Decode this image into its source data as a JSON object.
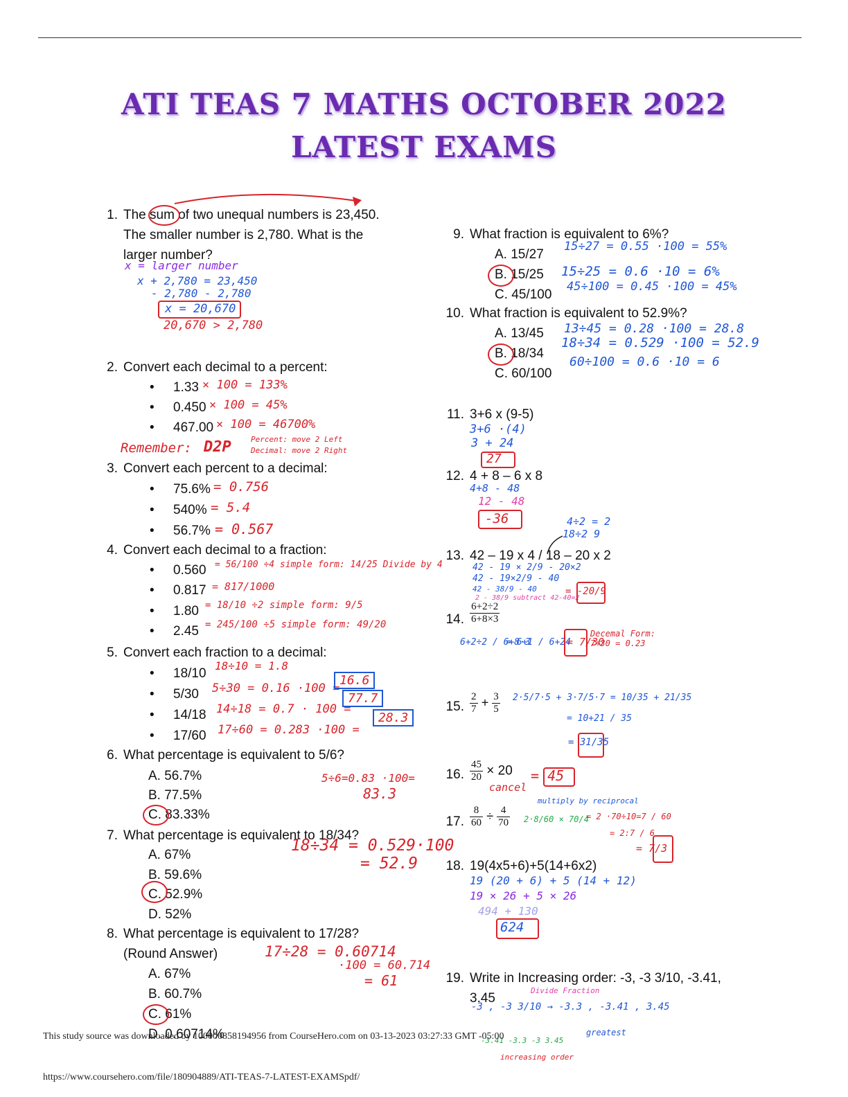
{
  "title": {
    "line1": "ATI TEAS 7 MATHS OCTOBER 2022",
    "line2": "LATEST EXAMS"
  },
  "q1": {
    "num": "1.",
    "l1": "The sum of two unequal numbers is 23,450.",
    "l2": "The smaller number is 2,780. What is the",
    "l3": "larger number?",
    "hw": [
      "x = larger number",
      "x + 2,780 = 23,450",
      "- 2,780   - 2,780",
      "x = 20,670",
      "20,670 > 2,780"
    ]
  },
  "q2": {
    "num": "2.",
    "text": "Convert each decimal to a percent:",
    "items": [
      "1.33",
      "0.450",
      "467.00"
    ],
    "hw": [
      "× 100 = 133%",
      "× 100 = 45%",
      "× 100 = 46700%"
    ],
    "remember": "Remember:",
    "dp": "D2P",
    "note1": "Percent: move 2 Left",
    "note2": "Decimal: move 2 Right"
  },
  "q3": {
    "num": "3.",
    "text": "Convert each percent to a decimal:",
    "items": [
      "75.6%",
      "540%",
      "56.7%"
    ],
    "hw": [
      "= 0.756",
      "= 5.4",
      "= 0.567"
    ]
  },
  "q4": {
    "num": "4.",
    "text": "Convert each decimal to a fraction:",
    "items": [
      "0.560",
      "0.817",
      "1.80",
      "2.45"
    ],
    "hw": [
      "= 56/100 ÷4 simple form: 14/25  Divide by 4",
      "= 817/1000",
      "= 18/10 ÷2 simple form: 9/5",
      "= 245/100 ÷5 simple form: 49/20"
    ]
  },
  "q5": {
    "num": "5.",
    "text": "Convert each fraction to a decimal:",
    "items": [
      "18/10",
      "5/30",
      "14/18",
      "17/60"
    ],
    "hw": [
      "18÷10 = 1.8",
      "5÷30 = 0.16 ·100 =",
      "14÷18 = 0.7 · 100 =",
      "17÷60 = 0.283 ·100 ="
    ],
    "boxed": [
      "16.6",
      "77.7",
      "28.3"
    ]
  },
  "q6": {
    "num": "6.",
    "text": "What percentage is equivalent to 5/6?",
    "opts": [
      "A.  56.7%",
      "B.  77.5%",
      "C.  83.33%"
    ],
    "hw": [
      "5÷6=0.83 ·100=",
      "83.3"
    ]
  },
  "q7": {
    "num": "7.",
    "text": "What percentage is equivalent to 18/34?",
    "opts": [
      "A.  67%",
      "B.  59.6%",
      "C.  52.9%",
      "D.  52%"
    ],
    "hw": [
      "18÷34 = 0.529·100",
      "= 52.9"
    ]
  },
  "q8": {
    "num": "8.",
    "l1": "What percentage is equivalent to 17/28?",
    "l2": "(Round Answer)",
    "opts": [
      "A.  67%",
      "B.  60.7%",
      "C.  61%",
      "D.  0.60714%"
    ],
    "hw": [
      "17÷28 = 0.60714",
      "·100 = 60.714",
      "= 61"
    ]
  },
  "q9": {
    "num": "9.",
    "text": "What fraction is equivalent to 6%?",
    "opts": [
      "A.  15/27",
      "B.  15/25",
      "C.  45/100"
    ],
    "hw": [
      "15÷27 = 0.55 ·100 = 55%",
      "15÷25 = 0.6 ·10 = 6%",
      "45÷100 = 0.45 ·100 = 45%"
    ]
  },
  "q10": {
    "num": "10.",
    "text": "What fraction is equivalent to 52.9%?",
    "opts": [
      "A.  13/45",
      "B.  18/34",
      "C.  60/100"
    ],
    "hw": [
      "13÷45 = 0.28 ·100 = 28.8",
      "18÷34 = 0.529 ·100 = 52.9",
      "60÷100 = 0.6 ·10 = 6"
    ]
  },
  "q11": {
    "num": "11.",
    "text": "3+6 x (9-5)",
    "hw": [
      "3+6 ·(4)",
      "3 + 24",
      "27"
    ]
  },
  "q12": {
    "num": "12.",
    "text": "4 + 8 – 6 x 8",
    "hw": [
      "4+8 - 48",
      "12 - 48",
      "-36"
    ]
  },
  "q13": {
    "num": "13.",
    "text": "42 – 19 x 4 / 18 – 20 x 2",
    "hw": [
      "4÷2 = 2",
      "18÷2   9",
      "42 - 19 × 2/9 - 20×2",
      "42 - 19×2/9 - 40",
      "42 - 38/9 - 40",
      "2 - 38/9  subtract 42-40=2",
      "= -20/9"
    ]
  },
  "q14": {
    "num": "14.",
    "n": "6+2÷2",
    "d": "6+8×3",
    "hw": [
      "6+2÷2 / 6+8·3",
      "= 6+1 / 6+24",
      "= 7/30",
      "Decemal Form: 7÷30 = 0.23"
    ]
  },
  "q15": {
    "num": "15.",
    "a": [
      "2",
      "7"
    ],
    "b": [
      "3",
      "5"
    ],
    "hw": [
      "2·5/7·5 + 3·7/5·7 = 10/35 + 21/35",
      "= 10+21 / 35",
      "= 31/35"
    ]
  },
  "q16": {
    "num": "16.",
    "a": [
      "45",
      "20"
    ],
    "op": "× 20",
    "hw": [
      "cancel",
      "= 45"
    ]
  },
  "q17": {
    "num": "17.",
    "a": [
      "8",
      "60"
    ],
    "b": [
      "4",
      "70"
    ],
    "hw": [
      "multiply by reciprocal",
      "2·8/60 × 70/4",
      "= 2 ·70÷10=7 / 60",
      "= 2:7 / 6",
      "= 7/3"
    ]
  },
  "q18": {
    "num": "18.",
    "text": "19(4x5+6)+5(14+6x2)",
    "hw1": "19 (20 + 6) + 5 (14 + 12)",
    "hw2": "19 × 26 + 5 × 26",
    "hw3": "494 + 130",
    "ans": "624"
  },
  "q19": {
    "num": "19.",
    "l1": "Write in Increasing order: -3, -3 3/10, -3.41,",
    "l2": "3.45",
    "hw": [
      "Divide Fraction",
      "-3 , -3 3/10 → -3.3 , -3.41 , 3.45",
      "-3.41  -3.3  -3  3.45",
      "greatest",
      "increasing order"
    ]
  },
  "footer": {
    "source": "This study source was downloaded by 100000858194956 from CourseHero.com on 03-13-2023 03:27:33 GMT -05:00",
    "url": "https://www.coursehero.com/file/180904889/ATI-TEAS-7-LATEST-EXAMSpdf/"
  },
  "colors": {
    "title": "#6a2bb0",
    "red_ink": "#d8232a",
    "blue_ink": "#1f56d6",
    "purple_ink": "#8a2be2"
  }
}
